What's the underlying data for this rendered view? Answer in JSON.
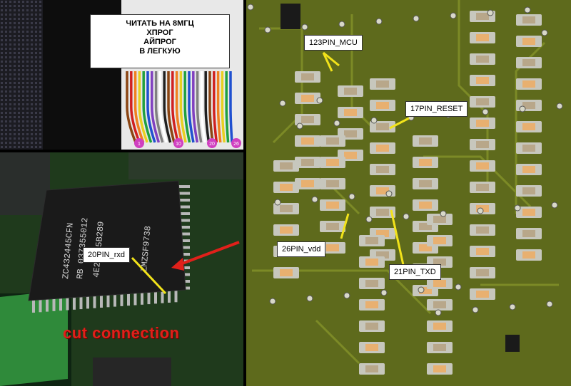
{
  "note": {
    "lines": [
      "ЧИТАТЬ НА 8МГЦ",
      "ХПРОГ",
      "АЙПРОГ",
      "В ЛЕГКУЮ"
    ]
  },
  "ribbon_markers": [
    "1",
    "10",
    "20",
    "26"
  ],
  "chip_text": [
    "ZC432445CFN",
    "RB 037355012",
    "4E289  5B289",
    "ZMZSF9738"
  ],
  "labels": {
    "mcu": "123PIN_MCU",
    "reset": "17PIN_RESET",
    "vdd": "26PIN_vdd",
    "txd": "21PIN_TXD",
    "rxd": "20PIN_rxd"
  },
  "cut_connection": "cut connection",
  "colors": {
    "board_green": "#5e6a1c",
    "arrow_yellow": "#f2e31a",
    "arrow_red": "#e0201a",
    "chip_black": "#1a1a1a"
  }
}
